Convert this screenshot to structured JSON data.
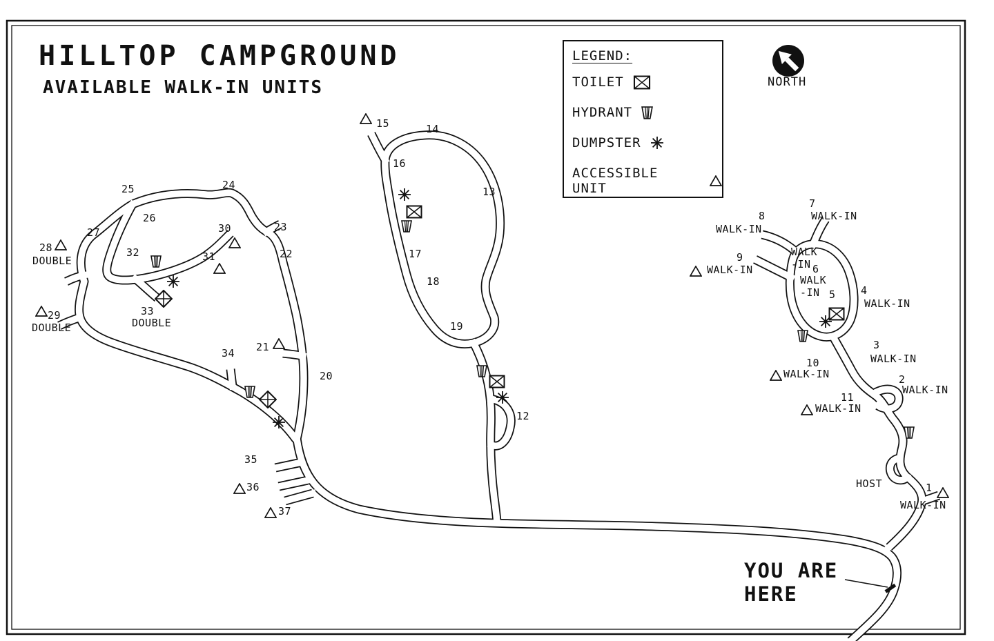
{
  "title": "HILLTOP CAMPGROUND",
  "subtitle": "AVAILABLE WALK-IN UNITS",
  "colors": {
    "ink": "#111111",
    "paper": "#ffffff"
  },
  "legend": {
    "heading": "LEGEND:",
    "items": [
      {
        "label": "TOILET",
        "icon": "toilet-icon"
      },
      {
        "label": "HYDRANT",
        "icon": "hydrant-icon"
      },
      {
        "label": "DUMPSTER",
        "icon": "dumpster-icon"
      },
      {
        "label": "ACCESSIBLE UNIT",
        "icon": "accessible-icon"
      }
    ]
  },
  "compass": {
    "label": "NORTH"
  },
  "you_are_here": {
    "line1": "YOU ARE",
    "line2": "HERE"
  },
  "map": {
    "walk_in": "WALK-IN",
    "walk_in_line1": "WALK",
    "walk_in_line2": "-IN",
    "double": "DOUBLE",
    "host": "HOST",
    "sites": {
      "1": "1",
      "2": "2",
      "3": "3",
      "4": "4",
      "5": "5",
      "6": "6",
      "7": "7",
      "8": "8",
      "9": "9",
      "10": "10",
      "11": "11",
      "12": "12",
      "13": "13",
      "14": "14",
      "15": "15",
      "16": "16",
      "17": "17",
      "18": "18",
      "19": "19",
      "20": "20",
      "21": "21",
      "22": "22",
      "23": "23",
      "24": "24",
      "25": "25",
      "26": "26",
      "27": "27",
      "28": "28",
      "29": "29",
      "30": "30",
      "31": "31",
      "32": "32",
      "33": "33",
      "34": "34",
      "35": "35",
      "36": "36",
      "37": "37"
    }
  }
}
